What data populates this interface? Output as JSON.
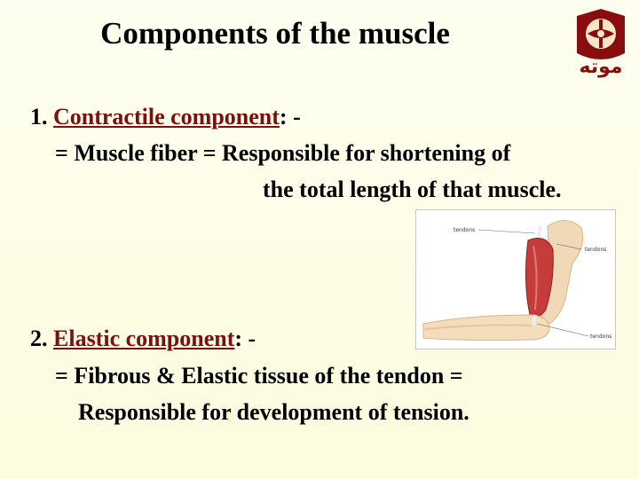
{
  "slide": {
    "title": "Components of the muscle",
    "logo_text": "ﻣﻮﺗﻪ",
    "item1": {
      "number": "1. ",
      "heading": "Contractile component",
      "suffix": ": -",
      "line2": "= Muscle fiber = Responsible for shortening of",
      "line3": "the total length of that muscle."
    },
    "item2": {
      "number": "2. ",
      "heading": "Elastic component",
      "suffix": ": -",
      "line2": "= Fibrous & Elastic tissue of the tendon =",
      "line3": "Responsible for development of tension."
    },
    "figure": {
      "label_top_left": "tendons",
      "label_right_mid": "tendons",
      "label_right_bottom": "tendons"
    }
  }
}
